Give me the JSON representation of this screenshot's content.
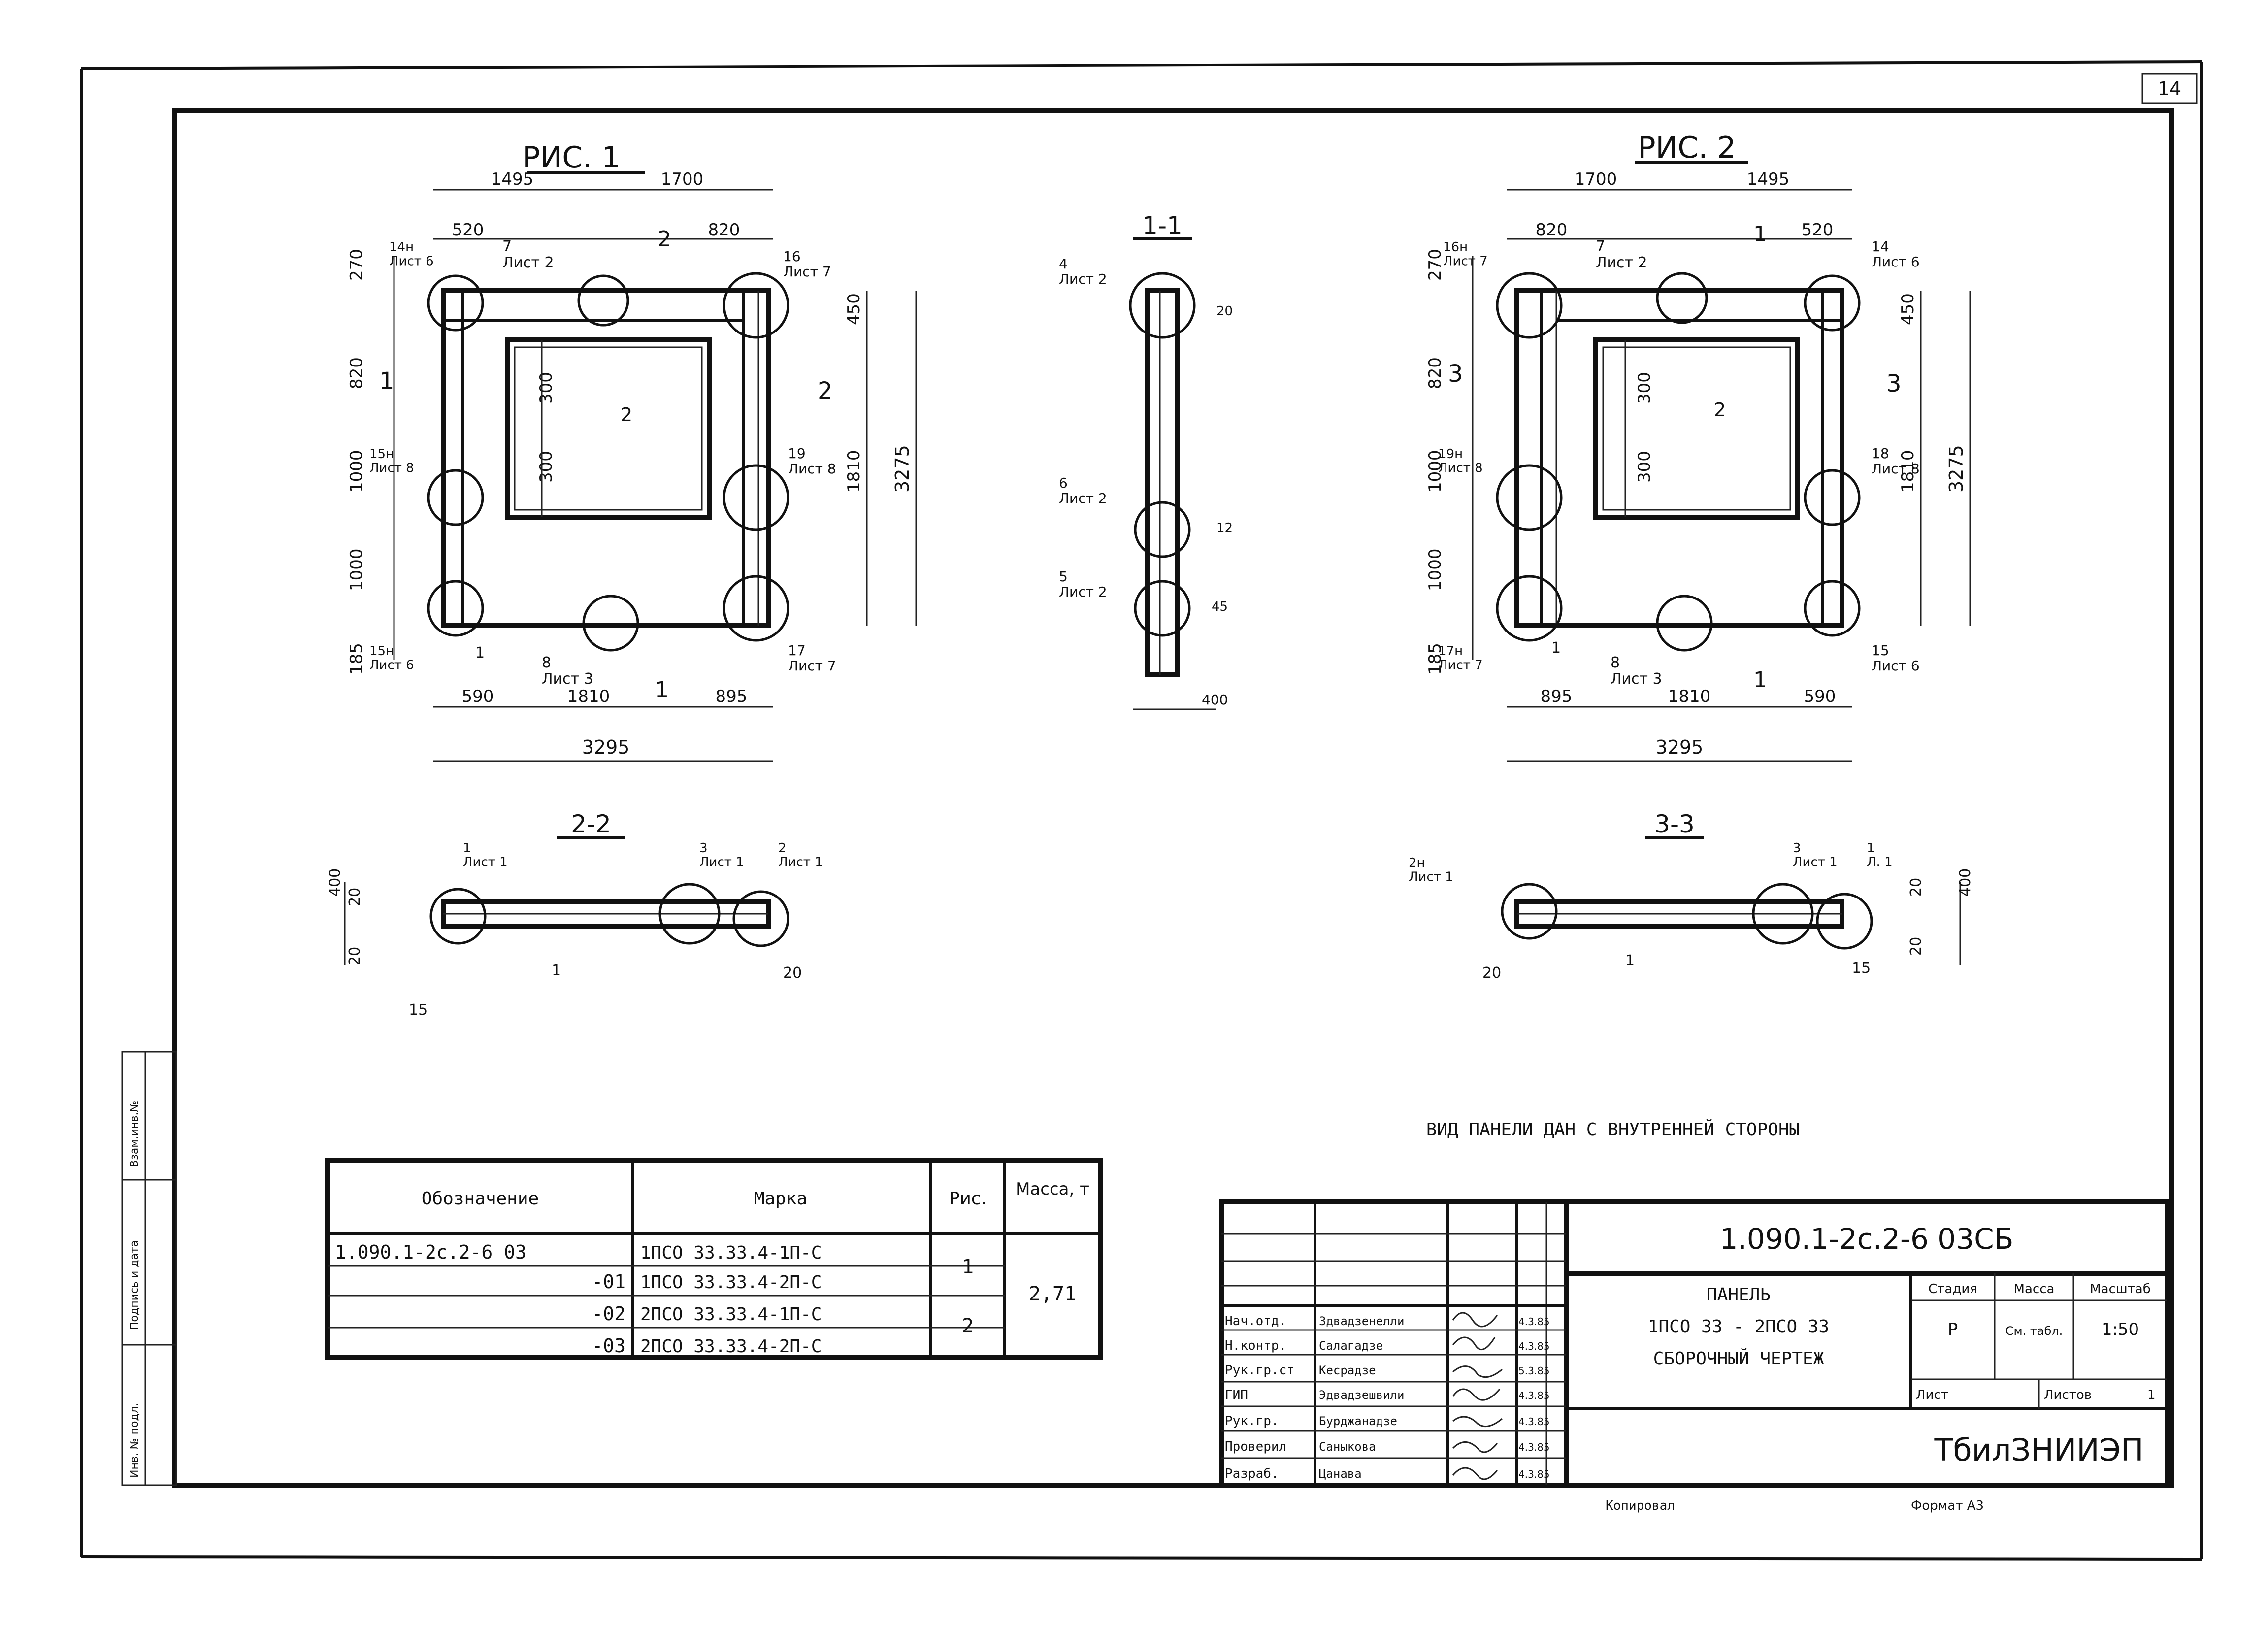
{
  "sheet_number": "14",
  "fig1": {
    "title": "РИС. 1",
    "dims_top": [
      "1495",
      "1700"
    ],
    "dims_top2": [
      "520",
      "820"
    ],
    "dims_left": [
      "270",
      "820",
      "1000",
      "1000",
      "185"
    ],
    "dims_right": [
      "450",
      "1810"
    ],
    "dim_height": "3275",
    "dims_bottom": [
      "590",
      "1810",
      "895"
    ],
    "dim_width": "3295",
    "opening_dims": [
      "300",
      "300"
    ],
    "callouts": [
      "14н\nЛист 6",
      "7\nЛист 2",
      "16\nЛист 7",
      "15н\nЛист 8",
      "19\nЛист 8",
      "15н\nЛист 6",
      "8\nЛист 3",
      "17\nЛист 7"
    ],
    "labels": [
      "2",
      "1",
      "2",
      "2",
      "1",
      "1"
    ]
  },
  "fig2": {
    "title": "РИС. 2",
    "dims_top": [
      "1700",
      "1495"
    ],
    "dims_top2": [
      "820",
      "520"
    ],
    "dims_left": [
      "270",
      "820",
      "1000",
      "1000",
      "185"
    ],
    "dims_right": [
      "450",
      "1810"
    ],
    "dim_height": "3275",
    "dims_bottom": [
      "895",
      "1810",
      "590"
    ],
    "dim_width": "3295",
    "opening_dims": [
      "300",
      "300"
    ],
    "callouts": [
      "16н\nЛист 7",
      "7\nЛист 2",
      "14\nЛист 6",
      "19н\nЛист 8",
      "18\nЛист 8",
      "17н\nЛист 7",
      "8\nЛист 3",
      "15\nЛист 6"
    ],
    "labels": [
      "3",
      "1",
      "3",
      "2",
      "1",
      "1"
    ]
  },
  "sec11": {
    "title": "1-1",
    "callouts": [
      "4\nЛист 2",
      "6\nЛист 2",
      "5\nЛист 2"
    ],
    "dims": [
      "400",
      "20",
      "45",
      "12"
    ]
  },
  "sec22": {
    "title": "2-2",
    "callouts": [
      "1\nЛист 1",
      "3\nЛист 1",
      "2\nЛист 1"
    ],
    "dims": [
      "400",
      "20",
      "20",
      "15",
      "20"
    ],
    "label": "1"
  },
  "sec33": {
    "title": "3-3",
    "callouts": [
      "2н\nЛист 1",
      "3\nЛист 1",
      "1\nЛ. 1"
    ],
    "dims": [
      "400",
      "20",
      "20",
      "20",
      "15"
    ],
    "label": "1"
  },
  "view_caption": "ВИД ПАНЕЛИ ДАН С ВНУТРЕННЕЙ СТОРОНЫ",
  "spec_table": {
    "headers": [
      "Обозначение",
      "Марка",
      "Рис.",
      "Масса, т"
    ],
    "rows": [
      [
        "1.090.1-2с.2-6 03",
        "1ПСО 33.33.4-1П-С",
        "1",
        "2,71"
      ],
      [
        "-01",
        "1ПСО 33.33.4-2П-С",
        "",
        ""
      ],
      [
        "-02",
        "2ПСО 33.33.4-1П-С",
        "2",
        ""
      ],
      [
        "-03",
        "2ПСО 33.33.4-2П-С",
        "",
        ""
      ]
    ]
  },
  "title_block": {
    "code": "1.090.1-2с.2-6 03СБ",
    "name_line1": "ПАНЕЛЬ",
    "name_line2": "1ПСО 33 - 2ПСО 33",
    "name_line3": "СБОРОЧНЫЙ ЧЕРТЕЖ",
    "stage_h": "Стадия",
    "mass_h": "Масса",
    "scale_h": "Масштаб",
    "stage": "Р",
    "mass": "См. табл.",
    "scale": "1:50",
    "sheet_h": "Лист",
    "sheets_h": "Листов",
    "sheets": "1",
    "org": "ТбилЗНИИЭП",
    "roles": [
      "Нач.отд.",
      "Н.контр.",
      "Рук.гр.ст",
      "ГИП",
      "Рук.гр.",
      "Проверил",
      "Разраб."
    ],
    "names": [
      "Здвадзенелли",
      "Салагадзе",
      "Кесрадзе",
      "Эдвадзешвили",
      "Бурджанадзе",
      "Саныкова",
      "Цанава"
    ],
    "dates": [
      "4.3.85",
      "4.3.85",
      "5.3.85",
      "4.3.85",
      "4.3.85",
      "4.3.85",
      "4.3.85"
    ],
    "copied": "Копировал",
    "format": "Формат А3"
  },
  "side_stamp": [
    "Инв. № подл.",
    "Подпись и дата",
    "Взам.инв.№"
  ]
}
